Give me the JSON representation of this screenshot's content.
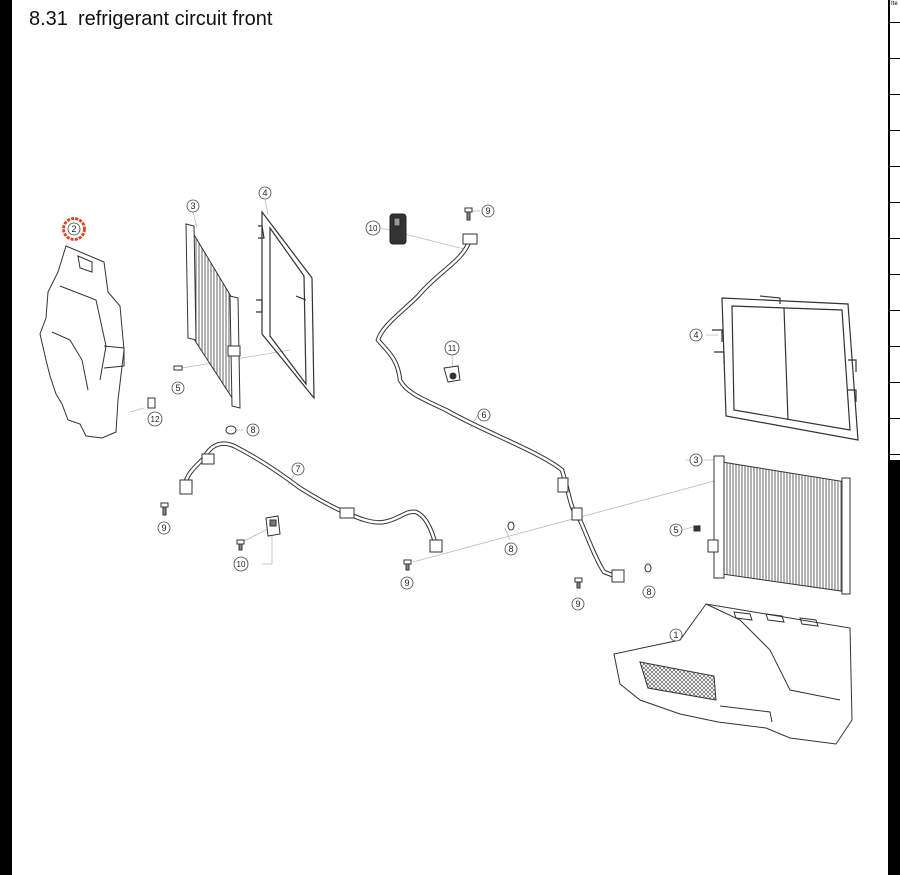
{
  "header": {
    "section_number": "8.31",
    "title": "refrigerant circuit front"
  },
  "side_panel": {
    "header_fragment": "Ite"
  },
  "highlight_color": "#e0401b",
  "callouts": [
    {
      "id": "c2",
      "label": "2",
      "highlighted": true
    },
    {
      "id": "c3a",
      "label": "3"
    },
    {
      "id": "c4a",
      "label": "4"
    },
    {
      "id": "c10a",
      "label": "10"
    },
    {
      "id": "c9a",
      "label": "9"
    },
    {
      "id": "c11",
      "label": "11"
    },
    {
      "id": "c6",
      "label": "6"
    },
    {
      "id": "c4b",
      "label": "4"
    },
    {
      "id": "c5a",
      "label": "5"
    },
    {
      "id": "c12",
      "label": "12"
    },
    {
      "id": "c8a",
      "label": "8"
    },
    {
      "id": "c7",
      "label": "7"
    },
    {
      "id": "c3b",
      "label": "3"
    },
    {
      "id": "c9b",
      "label": "9"
    },
    {
      "id": "c5b",
      "label": "5"
    },
    {
      "id": "c10b",
      "label": "10"
    },
    {
      "id": "c8b",
      "label": "8"
    },
    {
      "id": "c9c",
      "label": "9"
    },
    {
      "id": "c8c",
      "label": "8"
    },
    {
      "id": "c9d",
      "label": "9"
    },
    {
      "id": "c1",
      "label": "1"
    }
  ]
}
